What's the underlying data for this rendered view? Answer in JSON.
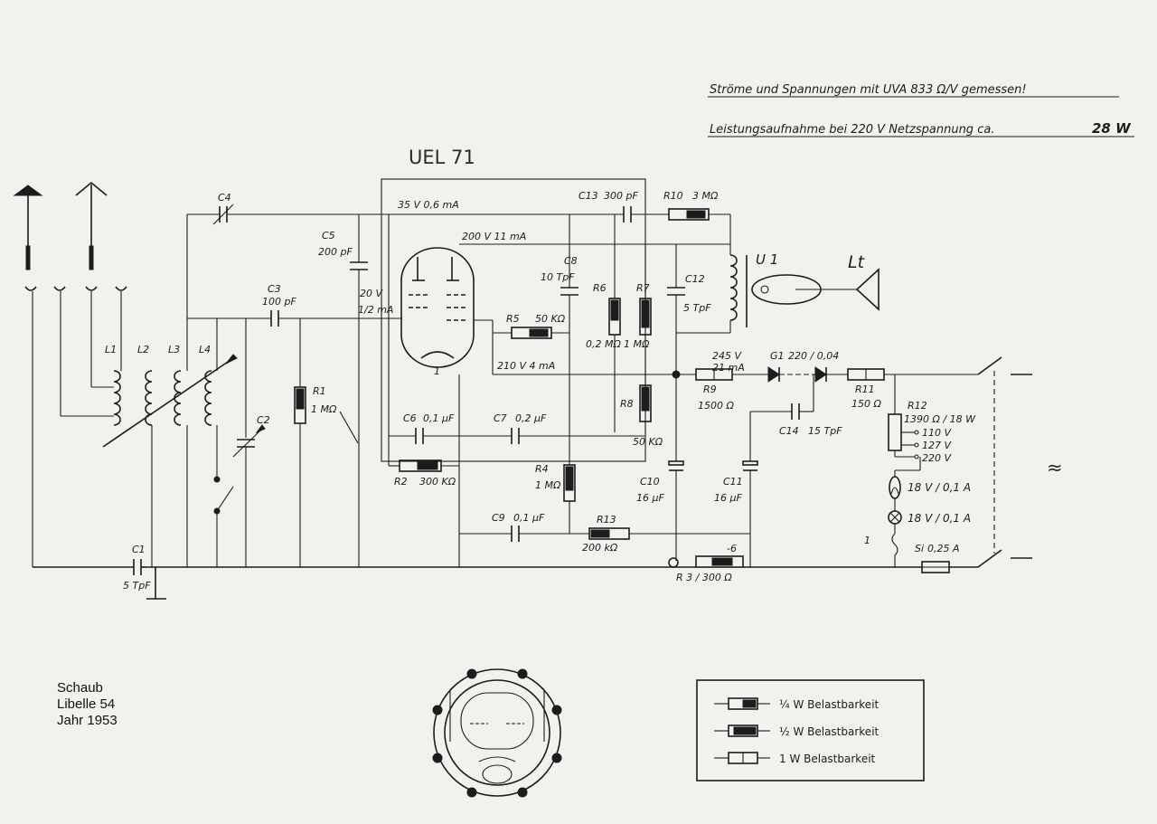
{
  "notes": {
    "line1": "Ströme und Spannungen mit UVA 833 Ω/V gemessen!",
    "line2_prefix": "Leistungsaufnahme bei 220 V Netzspannung ca.",
    "line2_value": "28 W"
  },
  "tube": {
    "type": "UEL 71"
  },
  "components": {
    "C1": "C1",
    "C1_val": "5 TpF",
    "C2": "C2",
    "C3": "C3",
    "C3_val": "100 pF",
    "C4": "C4",
    "C5": "C5",
    "C5_val": "200 pF",
    "C6": "C6",
    "C6_val": "0,1 µF",
    "C7": "C7",
    "C7_val": "0,2 µF",
    "C8": "C8",
    "C8_val": "10 TpF",
    "C9": "C9",
    "C9_val": "0,1 µF",
    "C10": "C10",
    "C10_val": "16 µF",
    "C11": "C11",
    "C11_val": "16 µF",
    "C12": "C12",
    "C12_val": "5 TpF",
    "C13": "C13",
    "C13_val": "300 pF",
    "C14": "C14",
    "C14_val": "15 TpF",
    "R1": "R1",
    "R1_val": "1 MΩ",
    "R2": "R2",
    "R2_val": "300 KΩ",
    "R3": "R 3 / 300 Ω",
    "R4": "R4",
    "R4_val": "1 MΩ",
    "R5": "R5",
    "R5_val": "50 KΩ",
    "R6": "R6",
    "R6_val": "0,2 MΩ",
    "R7": "R7",
    "R7_val": "1 MΩ",
    "R8": "R8",
    "R8_val": "50 KΩ",
    "R9": "R9",
    "R9_val": "1500 Ω",
    "R10": "R10",
    "R10_val": "3 MΩ",
    "R11": "R11",
    "R11_val": "150 Ω",
    "R12": "R12",
    "R12_val": "1390 Ω / 18 W",
    "R13": "R13",
    "R13_val": "200 kΩ",
    "L1": "L1",
    "L2": "L2",
    "L3": "L3",
    "L4": "L4",
    "U1": "U 1",
    "Lt": "Lt",
    "G1": "G1",
    "G1_val": "220 / 0,04",
    "Si": "Si",
    "Si_val": "0,25 A",
    "lamp1": "18 V / 0,1 A",
    "lamp2": "18 V / 0,1 A",
    "minus": "-6",
    "one": "1"
  },
  "measurements": {
    "v35": "35 V 0,6 mA",
    "v200": "200 V 11 mA",
    "v20": "20 V",
    "i12": "1/2 mA",
    "v210": "210 V 4 mA",
    "v245": "245 V",
    "i21": "21 mA"
  },
  "voltage_taps": [
    "110 V",
    "127 V",
    "220 V"
  ],
  "mains_symbol": "≈",
  "legend": [
    {
      "rating": "¼ W Belastbarkeit"
    },
    {
      "rating": "½ W Belastbarkeit"
    },
    {
      "rating": "1 W Belastbarkeit"
    }
  ],
  "caption": [
    "Schaub",
    "Libelle 54",
    "Jahr 1953"
  ]
}
